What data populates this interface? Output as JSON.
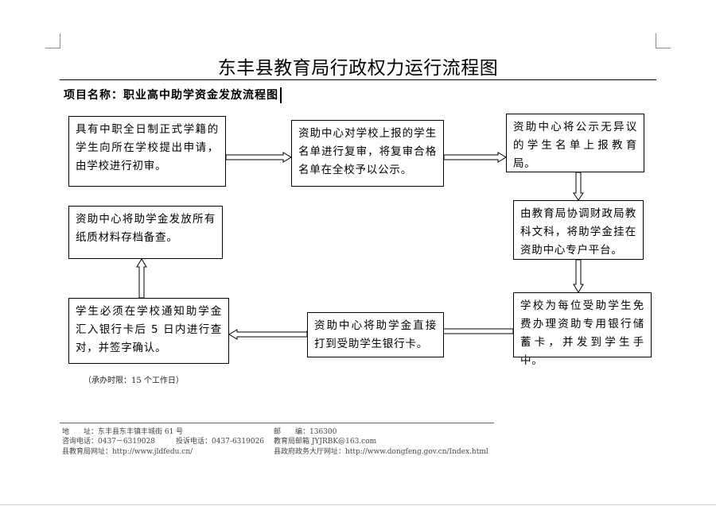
{
  "title": "东丰县教育局行政权力运行流程图",
  "project_label": "项目名称：职业高中助学资金发放流程图",
  "steps": [
    "具有中职全日制正式学籍的学生向所在学校提出申请，由学校进行初审。",
    "资助中心对学校上报的学生名单进行复审，将复审合格名单在全校予以公示。",
    "资助中心将公示无异议的学生名单上报教育局。",
    "由教育局协调财政局教科文科，将助学金挂在资助中心专户平台。",
    "学校为每位受助学生免费办理资助专用银行储蓄卡，并发到学生手中。",
    "资助中心将助学金直接打到受助学生银行卡。",
    "学生必须在学校通知助学金汇入银行卡后 5 日内进行查对，并签字确认。",
    "资助中心将助学金发放所有纸质材料存档备查。"
  ],
  "time_limit": "（承办时限：15 个工作日）",
  "footer": {
    "address": "地　　址：东丰县东丰镇丰城街 61 号",
    "postcode": "邮　　编：136300",
    "phone": "咨询电话：0437－6319028",
    "complaint": "投诉电话：0437-6319026",
    "email": "教育局邮箱 JYJRBK@163.com",
    "site": "县教育局网址：http://www.jldfedu.cn/",
    "gov_site": "县政府政务大厅网址：http://www.dongfeng.gov.cn/Index.html"
  }
}
